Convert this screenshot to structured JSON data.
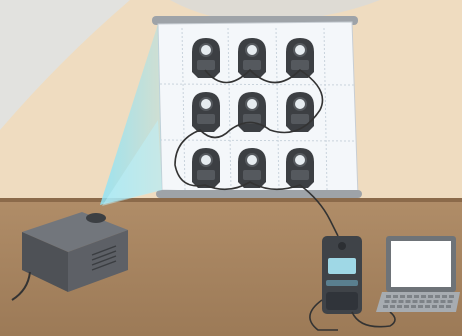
{
  "scene": {
    "colors": {
      "wall": "#efdcc0",
      "wall_edge": "#d9c3a2",
      "table": "#a98662",
      "table_edge": "#8b6a4a",
      "screen": "#f4f7fa",
      "screen_frame": "#9ea3a8",
      "sensor_body": "#3c3f43",
      "sensor_face": "#55595e",
      "projector": "#5d6066",
      "beam": "#8fe4f7",
      "meter": "#3f4348",
      "meter_display": "#9fd8e6",
      "laptop_frame": "#6e7378",
      "laptop_screen": "#ffffff",
      "cable": "#333333"
    },
    "sensor_grid": {
      "rows": 3,
      "cols": 3
    },
    "devices": [
      {
        "name": "projector",
        "icon": "projector-icon"
      },
      {
        "name": "projection-screen",
        "icon": "screen-icon"
      },
      {
        "name": "light-meter",
        "icon": "meter-icon"
      },
      {
        "name": "laptop",
        "icon": "laptop-icon"
      }
    ]
  }
}
